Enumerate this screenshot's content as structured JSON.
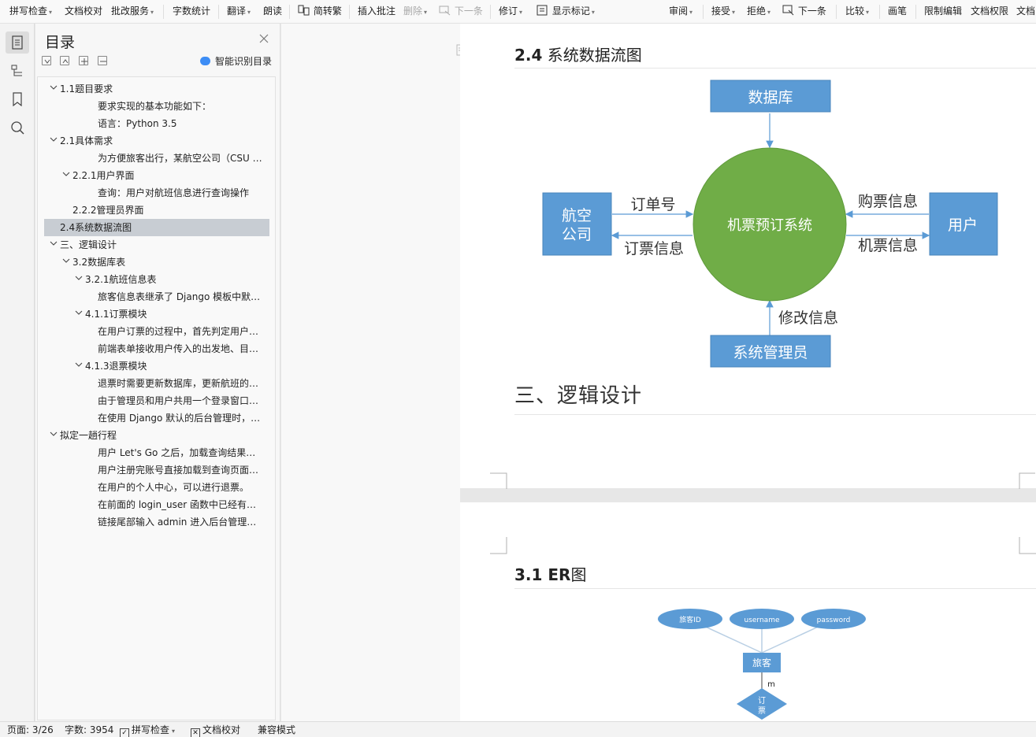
{
  "toolbar": {
    "spell_check": "拼写检查",
    "doc_proof": "文档校对",
    "revise_service": "批改服务",
    "word_count": "字数统计",
    "translate": "翻译",
    "read_aloud": "朗读",
    "simp_trad": "简转繁",
    "insert_comment": "插入批注",
    "delete": "删除",
    "next_item_disabled": "下一条",
    "revise": "修订",
    "show_markup": "显示标记",
    "review": "审阅",
    "accept": "接受",
    "reject": "拒绝",
    "next_item": "下一条",
    "compare": "比较",
    "pen": "画笔",
    "restrict_edit": "限制编辑",
    "doc_permission": "文档权限",
    "doc_more": "文档"
  },
  "toc": {
    "title": "目录",
    "smart_label": "智能识别目录",
    "items": [
      {
        "level": 1,
        "toggle": "v",
        "text": "1.1题目要求"
      },
      {
        "level": 4,
        "toggle": "",
        "text": "要求实现的基本功能如下："
      },
      {
        "level": 4,
        "toggle": "",
        "text": "语言：Python 3.5"
      },
      {
        "level": 1,
        "toggle": "v",
        "text": "2.1具体需求"
      },
      {
        "level": 4,
        "toggle": "",
        "text": "为方便旅客出行，某航空公司（CSU Airline）拟开发…"
      },
      {
        "level": 2,
        "toggle": "v",
        "text": "2.2.1用户界面"
      },
      {
        "level": 4,
        "toggle": "",
        "text": "查询：用户对航班信息进行查询操作"
      },
      {
        "level": 2,
        "toggle": "",
        "text": "2.2.2管理员界面"
      },
      {
        "level": 1,
        "toggle": "",
        "text": "2.4系统数据流图",
        "selected": true
      },
      {
        "level": 1,
        "toggle": "v",
        "text": "三、逻辑设计"
      },
      {
        "level": 2,
        "toggle": "v",
        "text": "3.2数据库表"
      },
      {
        "level": 3,
        "toggle": "v",
        "text": "3.2.1航班信息表"
      },
      {
        "level": 4,
        "toggle": "",
        "text": "旅客信息表继承了 Django 模板中默认的用户表…"
      },
      {
        "level": 3,
        "toggle": "v",
        "text": "4.1.1订票模块"
      },
      {
        "level": 4,
        "toggle": "",
        "text": "在用户订票的过程中，首先判定用户是否登录…"
      },
      {
        "level": 4,
        "toggle": "",
        "text": "前端表单接收用户传入的出发地、目的地…"
      },
      {
        "level": 3,
        "toggle": "v",
        "text": "4.1.3退票模块"
      },
      {
        "level": 4,
        "toggle": "",
        "text": "退票时需要更新数据库，更新航班的余票…"
      },
      {
        "level": 4,
        "toggle": "",
        "text": "由于管理员和用户共用一个登录窗口…"
      },
      {
        "level": 4,
        "toggle": "",
        "text": "在使用 Django 默认的后台管理时，…"
      },
      {
        "level": 1,
        "toggle": "v",
        "text": "拟定一趟行程"
      },
      {
        "level": 4,
        "toggle": "",
        "text": "用户 Let's Go 之后，加载查询结果页面…"
      },
      {
        "level": 4,
        "toggle": "",
        "text": "用户注册完账号直接加载到查询页面…"
      },
      {
        "level": 4,
        "toggle": "",
        "text": "在用户的个人中心，可以进行退票。"
      },
      {
        "level": 4,
        "toggle": "",
        "text": "在前面的 login_user 函数中已经有过…"
      },
      {
        "level": 4,
        "toggle": "",
        "text": "链接尾部输入 admin 进入后台管理…"
      }
    ]
  },
  "doc": {
    "sec24_num": "2.4",
    "sec24_title": " 系统数据流图",
    "dfd": {
      "database": "数据库",
      "airline_l1": "航空",
      "airline_l2": "公司",
      "system": "机票预订系统",
      "user": "用户",
      "admin": "系统管理员",
      "order_no": "订单号",
      "booking_info": "订票信息",
      "purchase_info": "购票信息",
      "ticket_info": "机票信息",
      "modify_info": "修改信息"
    },
    "chapter3_title": "三、逻辑设计",
    "sec31_num": "3.1 ER",
    "sec31_suffix": "图",
    "er": {
      "attr_id": "旅客ID",
      "attr_username": "username",
      "attr_password": "password",
      "entity": "旅客",
      "cardinality": "m",
      "relation_l1": "订",
      "relation_l2": "票"
    }
  },
  "status": {
    "page": "页面: 3/26",
    "words": "字数: 3954",
    "spell_check": "拼写检查",
    "doc_proof": "文档校对",
    "compat_mode": "兼容模式"
  },
  "colors": {
    "box_fill": "#5b9bd5",
    "circle_fill": "#70ad47",
    "er_fill": "#5b9bd5",
    "selected_row": "#c8cdd3",
    "smart_icon": "#3d8df5"
  }
}
